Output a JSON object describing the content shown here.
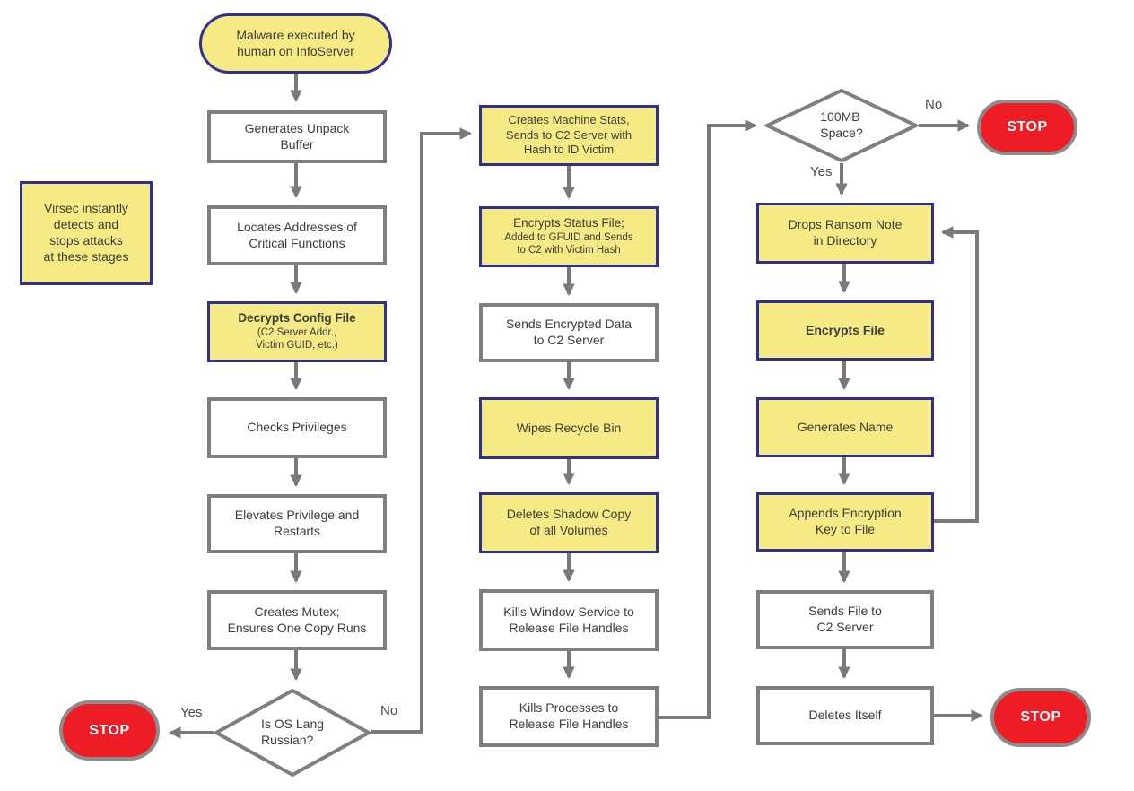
{
  "palette": {
    "highlight_fill": "#F5EA83",
    "highlight_border": "#2E3192",
    "process_border": "#7F7F7F",
    "stop_fill": "#EE1C24",
    "stop_border": "#8C8C8C",
    "connector": "#7A7A7A"
  },
  "note": {
    "text": "Virsec instantly\ndetects and\nstops attacks\nat these stages"
  },
  "nodes": {
    "start": {
      "label": "Malware executed by\nhuman on InfoServer"
    },
    "generates_unpack_buffer": {
      "label": "Generates Unpack\nBuffer"
    },
    "locates_addresses": {
      "label": "Locates Addresses of\nCritical Functions"
    },
    "decrypts_config_file": {
      "title": "Decrypts Config File",
      "sub": "(C2 Server Addr.,\nVictim GUID, etc.)"
    },
    "checks_privileges": {
      "label": "Checks Privileges"
    },
    "elevates_privilege": {
      "label": "Elevates Privilege and\nRestarts"
    },
    "creates_mutex": {
      "label": "Creates Mutex;\nEnsures One Copy Runs"
    },
    "is_os_lang_russian": {
      "label": "Is OS Lang\nRussian?"
    },
    "creates_machine_stats": {
      "label": "Creates Machine Stats,\nSends to C2 Server with\nHash to ID Victim"
    },
    "encrypts_status_file": {
      "title": "Encrypts Status File;",
      "sub": "Added to GFUID and Sends\nto C2 with Victim Hash"
    },
    "sends_encrypted_data": {
      "label": "Sends Encrypted Data\nto C2 Server"
    },
    "wipes_recycle_bin": {
      "label": "Wipes Recycle Bin"
    },
    "deletes_shadow_copy": {
      "label": "Deletes Shadow Copy\nof all Volumes"
    },
    "kills_window_service": {
      "label": "Kills Window Service to\nRelease File Handles"
    },
    "kills_processes": {
      "label": "Kills Processes to\nRelease File Handles"
    },
    "space_100mb": {
      "label": "100MB\nSpace?"
    },
    "drops_ransom_note": {
      "label": "Drops Ransom Note\nin Directory"
    },
    "encrypts_file": {
      "label": "Encrypts File"
    },
    "generates_name": {
      "label": "Generates Name"
    },
    "appends_encryption_key": {
      "label": "Appends Encryption\nKey to File"
    },
    "sends_file_to_c2": {
      "label": "Sends File to\nC2 Server"
    },
    "deletes_itself": {
      "label": "Deletes Itself"
    },
    "stop_left": {
      "label": "STOP"
    },
    "stop_top_right": {
      "label": "STOP"
    },
    "stop_bottom_right": {
      "label": "STOP"
    }
  },
  "edge_labels": {
    "os_lang_yes": "Yes",
    "os_lang_no": "No",
    "space_yes": "Yes",
    "space_no": "No"
  }
}
